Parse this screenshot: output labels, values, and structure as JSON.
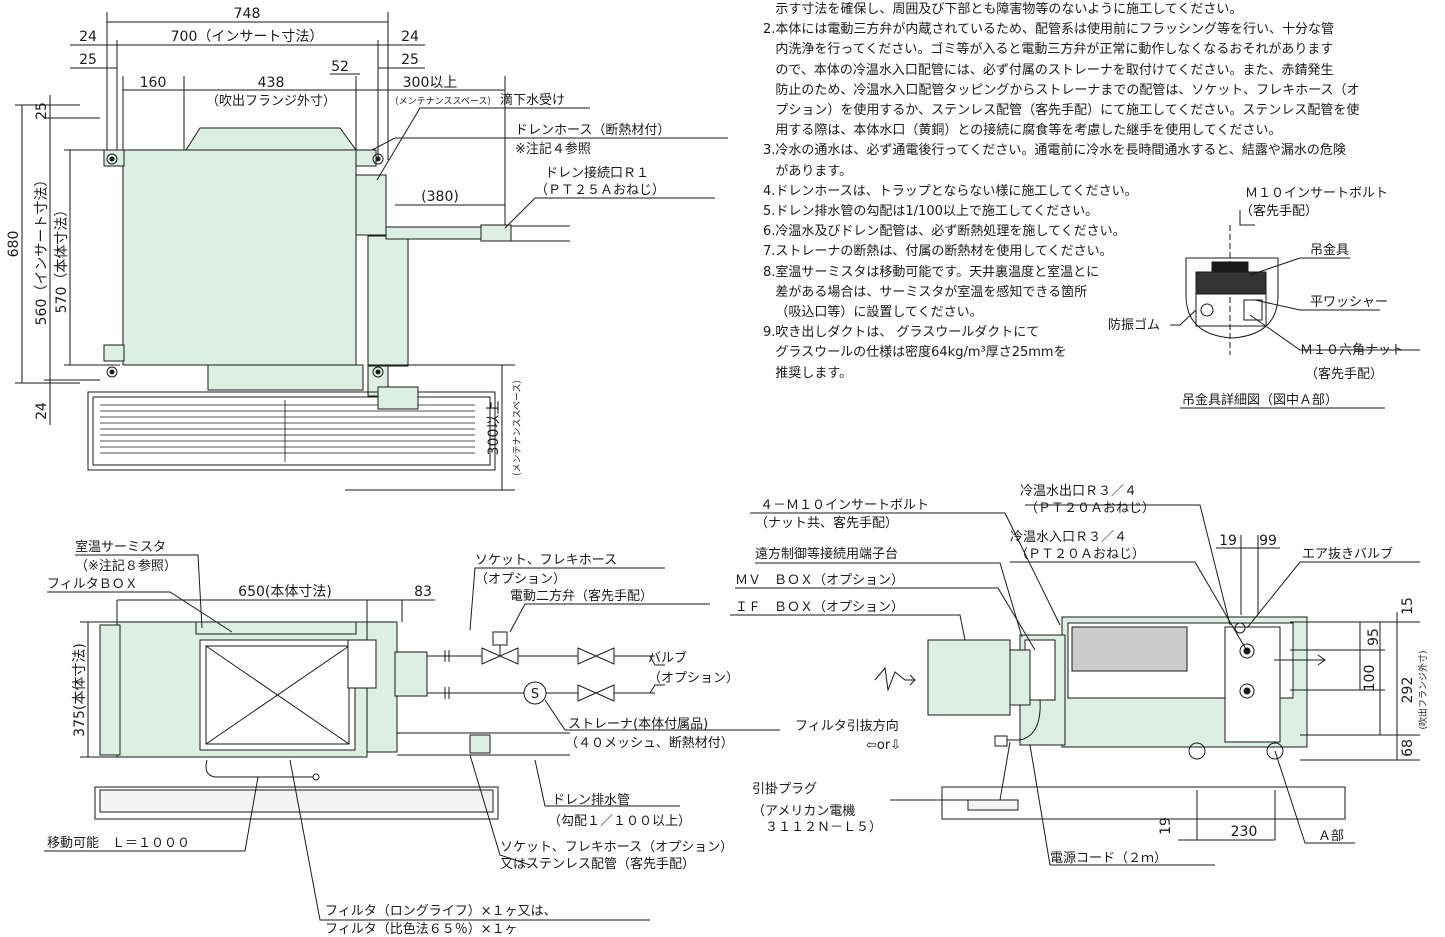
{
  "notes": [
    "   示す寸法を確保し、周囲及び下部とも障害物等のないように施工してください。",
    "2.本体には電動三方弁が内蔵されているため、配管系は使用前にフラッシング等を行い、十分な管",
    "   内洗浄を行ってください。ゴミ等が入ると電動三方弁が正常に動作しなくなるおそれがあります",
    "   ので、本体の冷温水入口配管には、必ず付属のストレーナを取付けてください。また、赤錆発生",
    "   防止のため、冷温水入口配管タッピングからストレーナまでの配管は、ソケット、フレキホース（オ",
    "   プション）を使用するか、ステンレス配管（客先手配）にて施工してください。ステンレス配管を使",
    "   用する際は、本体水口（黄銅）との接続に腐食等を考慮した継手を使用してください。",
    "3.冷水の通水は、必ず通電後行ってください。通電前に冷水を長時間通水すると、結露や漏水の危険",
    "   があります。",
    "4.ドレンホースは、トラップとならない様に施工してください。",
    "5.ドレン排水管の勾配は1/100以上で施工してください。",
    "6.冷温水及びドレン配管は、必ず断熱処理を施してください。",
    "7.ストレーナの断熱は、付属の断熱材を使用してください。",
    "8.室温サーミスタは移動可能です。天井裏温度と室温とに",
    "   差がある場合は、サーミスタが室温を感知できる箇所",
    "   （吸込口等）に設置してください。",
    "9.吹き出しダクトは、 グラスウールダクトにて",
    "   グラスウールの仕様は密度64kg/m³厚さ25mmを",
    "   推奨します。"
  ],
  "top_view": {
    "dims": {
      "d748": "748",
      "d700": "700（インサート寸法）",
      "d24a": "24",
      "d24b": "24",
      "d25a": "25",
      "d25b": "25",
      "d52": "52",
      "d160": "160",
      "d438": "438",
      "d438_sub": "（吹出フランジ外寸）",
      "d300": "300以上",
      "d300_sub": "（メンテナンススペース）",
      "d380": "(380)",
      "v680": "680",
      "v560": "560（インサート寸法）",
      "v570": "570（本体寸法）",
      "v25": "25",
      "v24": "24",
      "v300": "300以上",
      "v300_sub": "（メンテナンススペース）"
    },
    "labels": {
      "drip_tray": "滴下水受け",
      "drain_hose": "ドレンホース（断熱材付）",
      "note4": "※注記４参照",
      "drain_port": "ドレン接続口Ｒ１",
      "drain_port_sub": "（ＰＴ２５Ａおねじ）"
    }
  },
  "hanger_detail": {
    "bolt": "Ｍ１０インサートボルト",
    "bolt_sub": "（客先手配）",
    "bracket": "吊金具",
    "washer": "平ワッシャー",
    "rubber": "防振ゴム",
    "nut": "Ｍ１０六角ナット",
    "nut_sub": "（客先手配）",
    "title": "吊金具詳細図（図中Ａ部）"
  },
  "side_view": {
    "thermistor": "室温サーミスタ",
    "thermistor_sub": "（※注記８参照）",
    "filter_box": "フィルタＢＯＸ",
    "d650": "650(本体寸法)",
    "d83": "83",
    "v375": "375(本体寸法)",
    "socket": "ソケット、フレキホース",
    "socket_sub": "（オプション）",
    "valve2": "電動二方弁（客先手配）",
    "valve": "バルブ",
    "valve_sub": "（オプション）",
    "strainer_symbol": "S",
    "strainer": "ストレーナ(本体付属品)",
    "strainer_sub": "（４０メッシュ、断熱材付）",
    "drain_pipe": "ドレン排水管",
    "drain_pipe_sub": "（勾配１／１００以上）",
    "movable": "移動可能　Ｌ＝１０００",
    "socket2": "ソケット、フレキホース（オプション）",
    "socket2_sub": "又はステンレス配管（客先手配）",
    "filter1": "フィルタ（ロングライフ）×１ヶ又は、",
    "filter2": "フィルタ（比色法６５％）×１ヶ"
  },
  "front_view": {
    "bolt4": "４－Ｍ１０インサートボルト",
    "bolt4_sub": "（ナット共、客先手配）",
    "terminal": "遠方制御等接続用端子台",
    "mv_box": "ＭＶ　ＢＯＸ（オプション）",
    "if_box": "ＩＦ　ＢＯＸ（オプション）",
    "outlet": "冷温水出口Ｒ３／４",
    "outlet_sub": "（ＰＴ２０Ａおねじ）",
    "inlet": "冷温水入口Ｒ３／４",
    "inlet_sub": "（ＰＴ２０Ａおねじ）",
    "d19a": "19",
    "d99": "99",
    "air_vent": "エア抜きバルブ",
    "v15": "15",
    "v95": "95",
    "v100": "100",
    "v292": "292",
    "v292_sub": "(吹出フランジ外寸)",
    "v68": "68",
    "filter_dir": "フィルタ引抜方向",
    "filter_dir_sub": "⇦or⇩",
    "plug": "引掛プラグ",
    "plug_sub1": "（アメリカン電機",
    "plug_sub2": "３１１２Ｎ－Ｌ５）",
    "d19b": "19",
    "d230": "230",
    "partA": "Ａ部",
    "cord": "電源コード（２ｍ）"
  }
}
